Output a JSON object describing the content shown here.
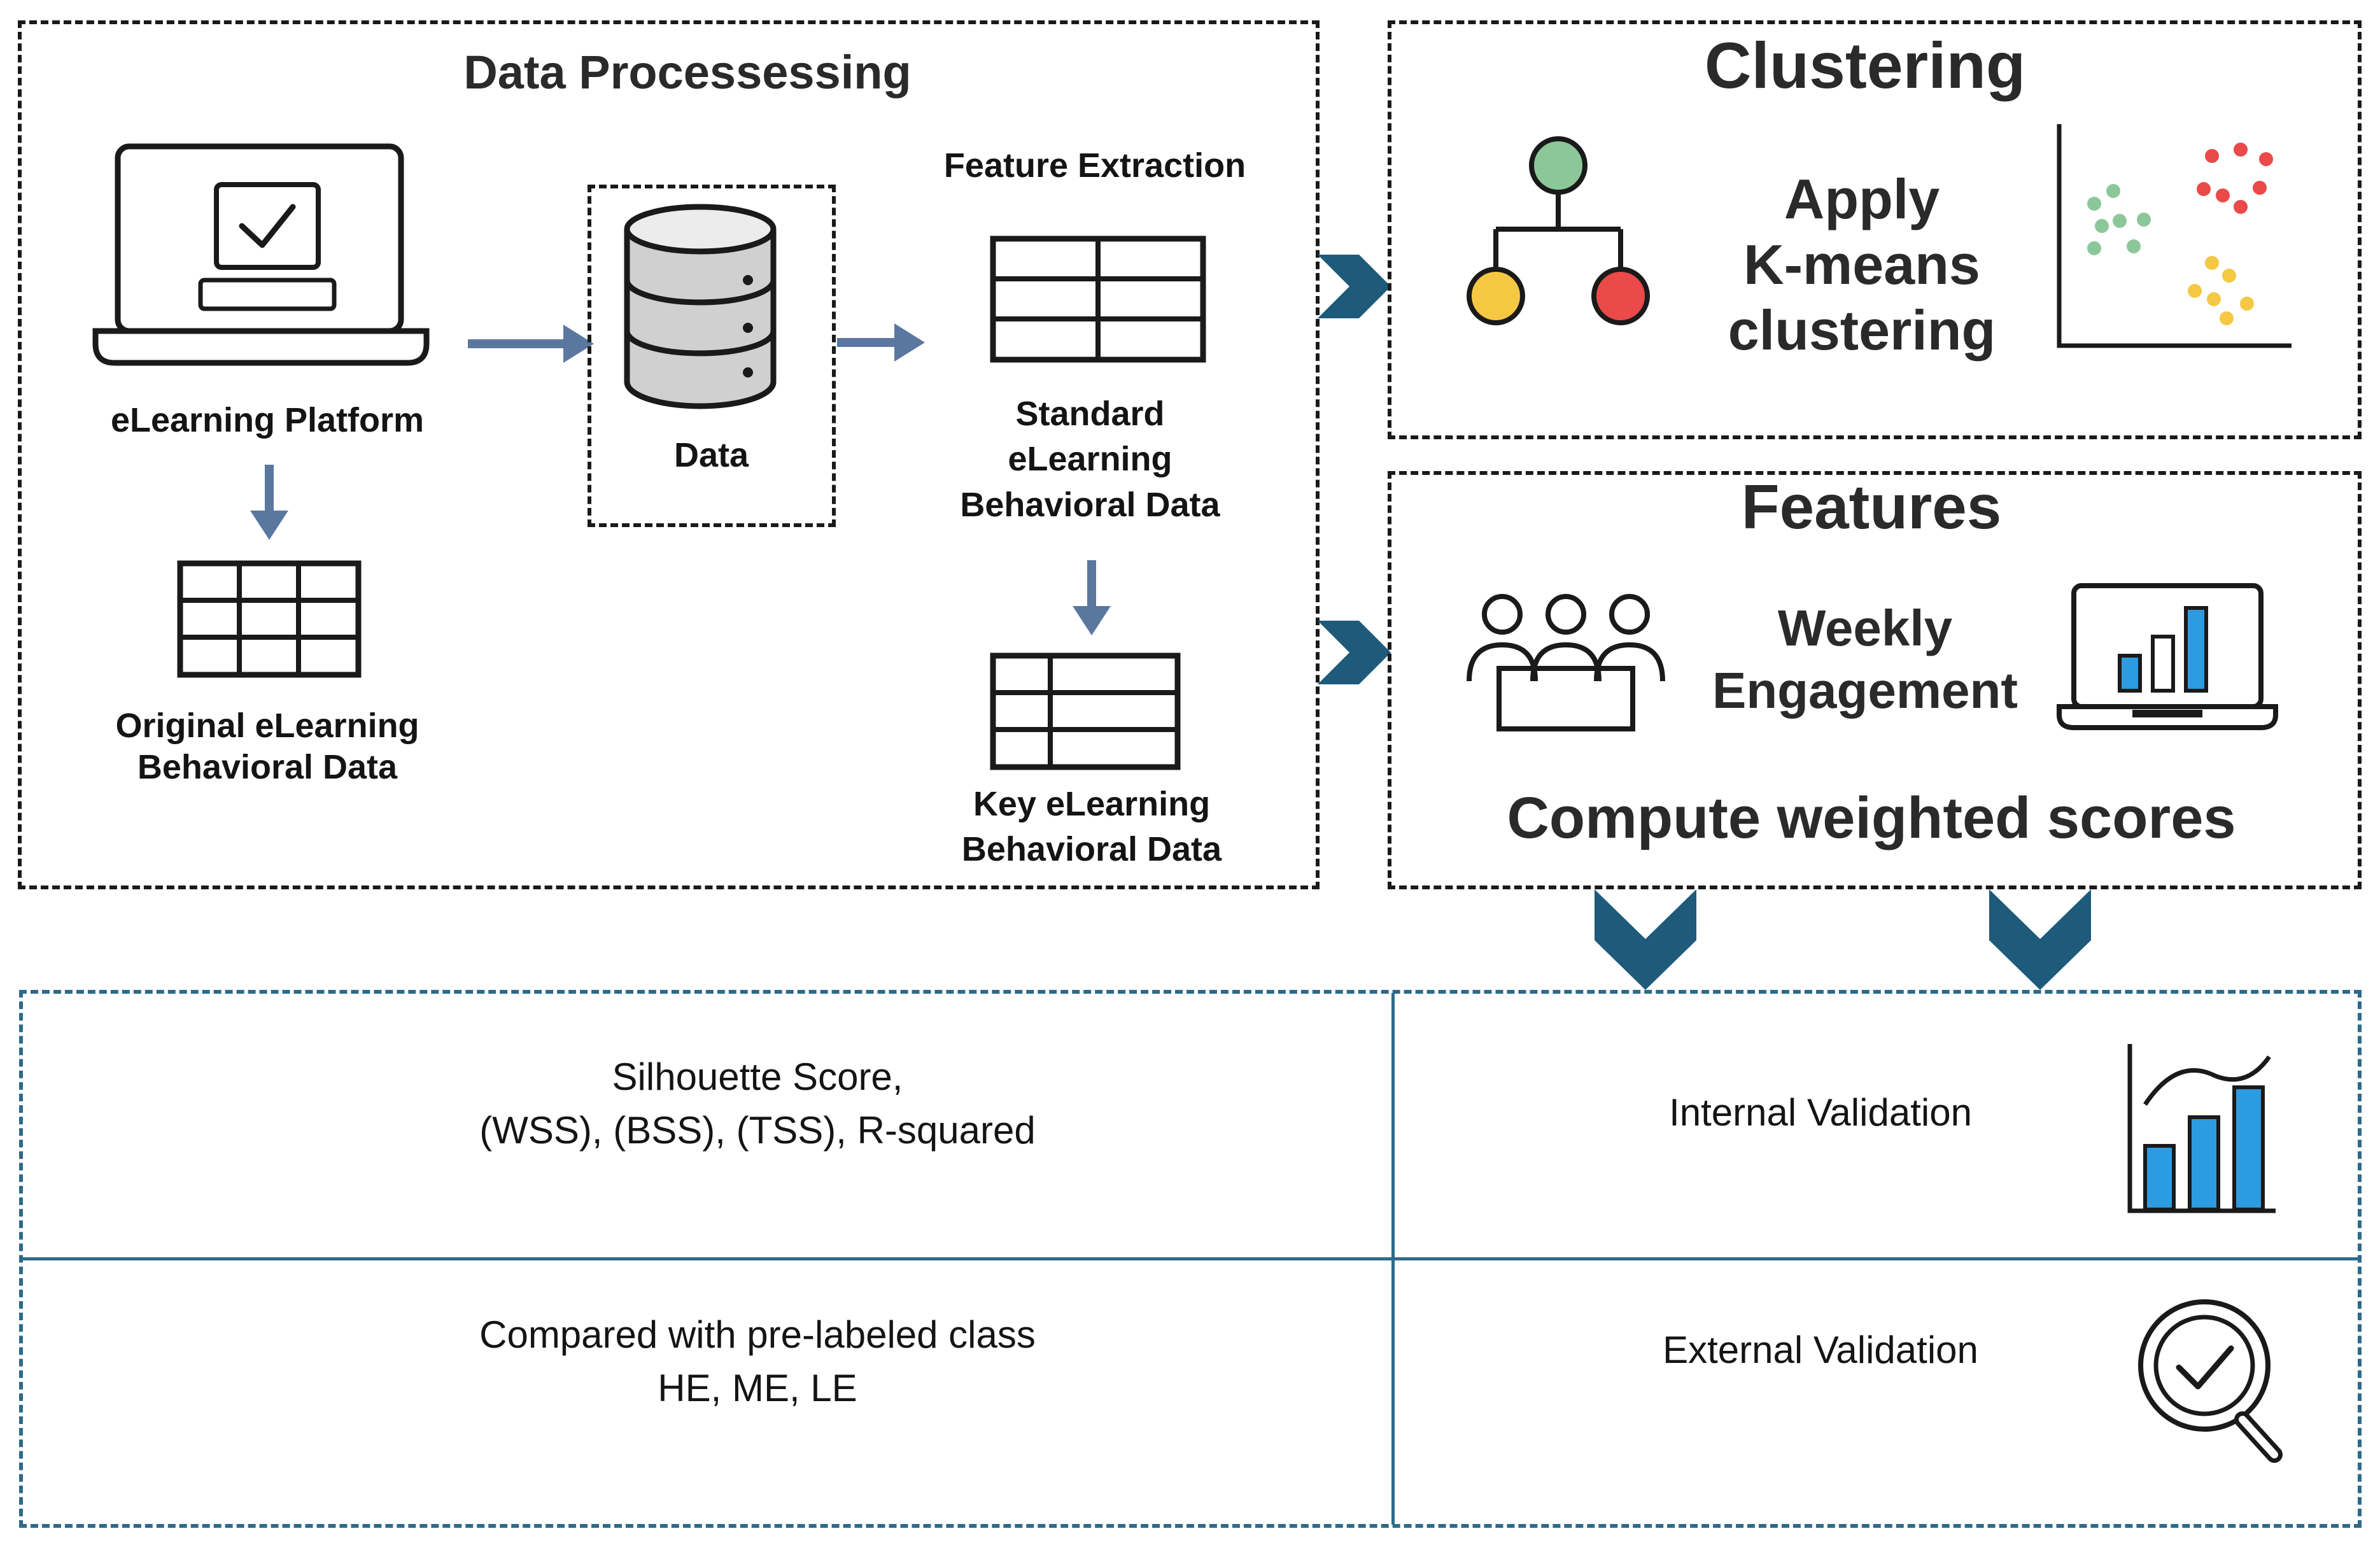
{
  "data_processing": {
    "title": "Data Processessing",
    "platform_label": "eLearning Platform",
    "original_data_line1": "Original eLearning",
    "original_data_line2": "Behavioral Data",
    "data_label": "Data",
    "feature_extraction_label": "Feature Extraction",
    "standard_line1": "Standard",
    "standard_line2": "eLearning",
    "standard_line3": "Behavioral Data",
    "key_line1": "Key eLearning",
    "key_line2": "Behavioral Data"
  },
  "clustering": {
    "title": "Clustering",
    "method_line1": "Apply",
    "method_line2": "K-means",
    "method_line3": "clustering"
  },
  "features": {
    "title": "Features",
    "engagement_line1": "Weekly",
    "engagement_line2": "Engagement",
    "compute_label": "Compute weighted scores"
  },
  "validation": {
    "rows": [
      {
        "metrics_line1": "Silhouette Score,",
        "metrics_line2": "(WSS), (BSS), (TSS),  R-squared",
        "type": "Internal Validation"
      },
      {
        "metrics_line1": "Compared with pre-labeled class",
        "metrics_line2": "HE, ME, LE",
        "type": "External Validation"
      }
    ]
  },
  "icons": {
    "laptop": "laptop-checkmark-icon",
    "table": "table-grid-icon",
    "database": "database-icon",
    "hierarchy": "tree-hierarchy-icon",
    "scatter": "scatter-plot-icon",
    "people": "group-meeting-icon",
    "laptop_chart": "laptop-bar-chart-icon",
    "bar_chart": "bar-chart-trend-icon",
    "magnifier": "magnifier-check-icon"
  },
  "colors": {
    "arrow_blue": "#5a77a0",
    "chevron_blue": "#1e5a7a",
    "validation_border": "#2d6a8a",
    "node_green": "#8cc79a",
    "node_yellow": "#f4c842",
    "node_red": "#ea4a4a",
    "bar_blue": "#2d9be0"
  }
}
